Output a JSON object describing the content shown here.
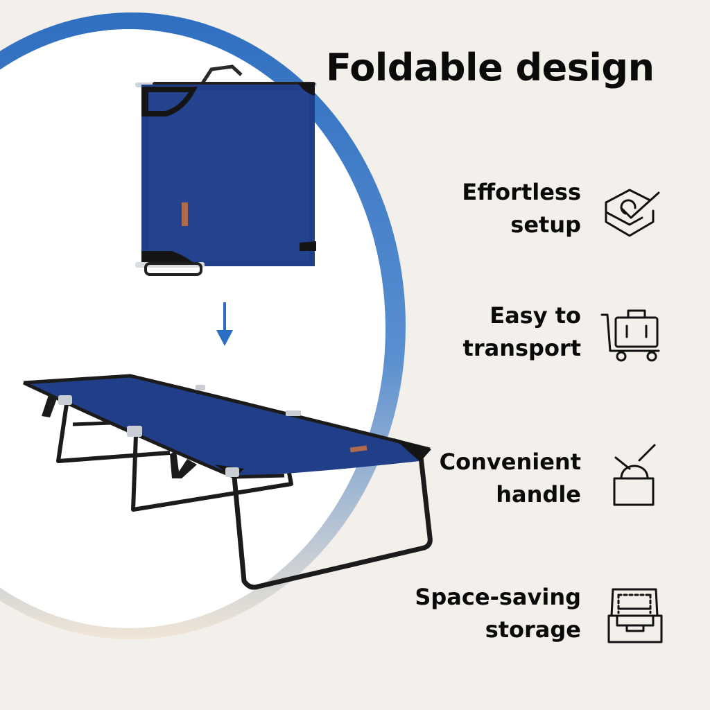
{
  "title": "Foldable design",
  "colors": {
    "background": "#f3efea",
    "arc_gradient_start": "#2f6fc0",
    "arc_gradient_end": "#f1e6d6",
    "fabric": "#213f88",
    "frame": "#1b1b1b",
    "arrow": "#2a6fc4"
  },
  "features": [
    {
      "line1": "Effortless",
      "line2": "setup",
      "icon": "setup-box-check-icon"
    },
    {
      "line1": "Easy to",
      "line2": "transport",
      "icon": "luggage-cart-icon"
    },
    {
      "line1": "Convenient",
      "line2": "handle",
      "icon": "handle-bag-icon"
    },
    {
      "line1": "Space-saving",
      "line2": "storage",
      "icon": "storage-tray-icon"
    }
  ],
  "images": {
    "folded": "folded-cot",
    "arrow": "down-arrow-icon",
    "unfolded": "unfolded-cot"
  }
}
